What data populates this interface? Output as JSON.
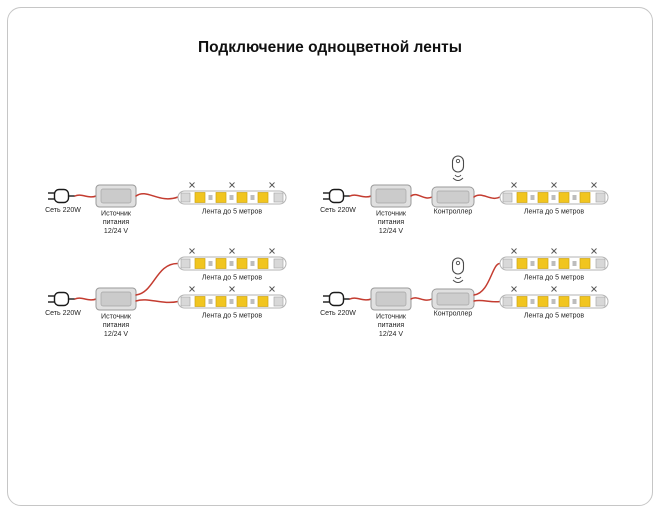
{
  "page": {
    "title": "Подключение одноцветной ленты"
  },
  "colors": {
    "wire": "#c43c30",
    "led": "#f1c51f",
    "box_fill": "#e0e0e0",
    "card_border": "#c6c6c6"
  },
  "icons": {
    "plug": "power-plug-icon",
    "power_supply": "power-supply-box",
    "controller": "controller-box",
    "remote": "remote-control-icon",
    "strip": "led-strip",
    "cut_marks": "cut-mark-icons"
  },
  "diagrams": [
    {
      "id": "psu-one-strip",
      "mains": "Сеть 220W",
      "psu": [
        "Источник",
        "питания",
        "12/24 V"
      ],
      "strips": [
        "Лента до 5 метров"
      ]
    },
    {
      "id": "psu-controller-one-strip",
      "mains": "Сеть 220W",
      "psu": [
        "Источник",
        "питания",
        "12/24 V"
      ],
      "controller": "Контроллер",
      "strips": [
        "Лента до 5 метров"
      ]
    },
    {
      "id": "psu-two-strips",
      "mains": "Сеть 220W",
      "psu": [
        "Источник",
        "питания",
        "12/24 V"
      ],
      "strips": [
        "Лента до 5 метров",
        "Лента до 5 метров"
      ]
    },
    {
      "id": "psu-controller-two-strips",
      "mains": "Сеть 220W",
      "psu": [
        "Источник",
        "питания",
        "12/24 V"
      ],
      "controller": "Контроллер",
      "strips": [
        "Лента до 5 метров",
        "Лента до 5 метров"
      ]
    }
  ]
}
